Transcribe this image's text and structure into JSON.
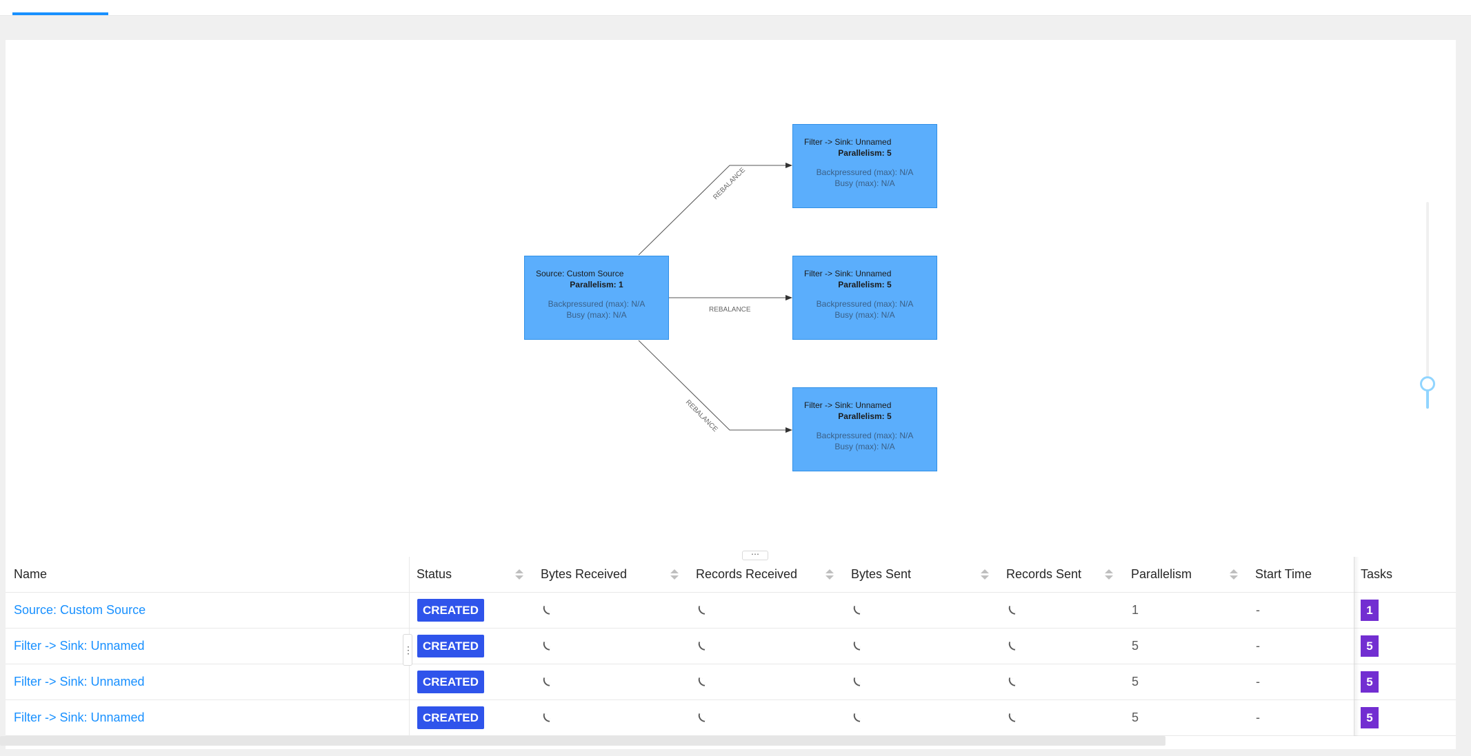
{
  "graph": {
    "nodes": [
      {
        "name": "Source: Custom Source",
        "parallelism": "Parallelism: 1",
        "backpressured": "Backpressured (max): N/A",
        "busy": "Busy (max): N/A"
      },
      {
        "name": "Filter -> Sink: Unnamed",
        "parallelism": "Parallelism: 5",
        "backpressured": "Backpressured (max): N/A",
        "busy": "Busy (max): N/A"
      },
      {
        "name": "Filter -> Sink: Unnamed",
        "parallelism": "Parallelism: 5",
        "backpressured": "Backpressured (max): N/A",
        "busy": "Busy (max): N/A"
      },
      {
        "name": "Filter -> Sink: Unnamed",
        "parallelism": "Parallelism: 5",
        "backpressured": "Backpressured (max): N/A",
        "busy": "Busy (max): N/A"
      }
    ],
    "edges": [
      {
        "label": "REBALANCE"
      },
      {
        "label": "REBALANCE"
      },
      {
        "label": "REBALANCE"
      }
    ],
    "zoom_level": 0.12
  },
  "resize_handle": "⋯",
  "row_handle": "⋮",
  "table": {
    "columns": [
      "Name",
      "Status",
      "Bytes Received",
      "Records Received",
      "Bytes Sent",
      "Records Sent",
      "Parallelism",
      "Start Time",
      "Tasks"
    ],
    "rows": [
      {
        "name": "Source: Custom Source",
        "status": "CREATED",
        "parallelism": "1",
        "start_time": "-",
        "tasks": "1"
      },
      {
        "name": "Filter -> Sink: Unnamed",
        "status": "CREATED",
        "parallelism": "5",
        "start_time": "-",
        "tasks": "5"
      },
      {
        "name": "Filter -> Sink: Unnamed",
        "status": "CREATED",
        "parallelism": "5",
        "start_time": "-",
        "tasks": "5"
      },
      {
        "name": "Filter -> Sink: Unnamed",
        "status": "CREATED",
        "parallelism": "5",
        "start_time": "-",
        "tasks": "5"
      }
    ]
  },
  "colors": {
    "accent": "#1890ff",
    "node_fill": "#5baefc",
    "status_created": "#2f54eb",
    "tasks_badge": "#722ed1"
  }
}
